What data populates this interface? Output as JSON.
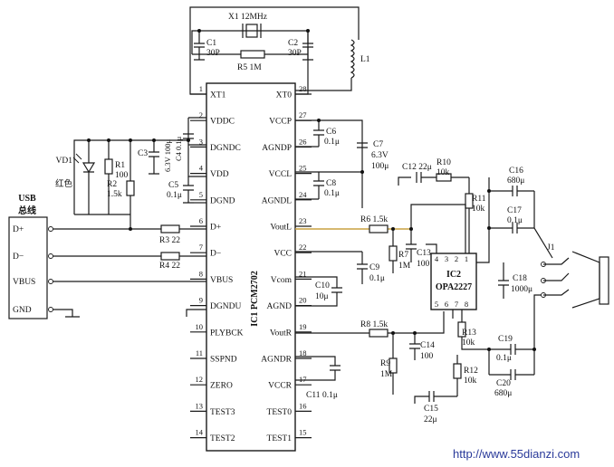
{
  "ic1": {
    "name": "IC1 PCM2702",
    "left_pins": [
      {
        "num": "1",
        "label": "XT1"
      },
      {
        "num": "2",
        "label": "VDDC"
      },
      {
        "num": "3",
        "label": "DGNDC"
      },
      {
        "num": "4",
        "label": "VDD"
      },
      {
        "num": "5",
        "label": "DGND"
      },
      {
        "num": "6",
        "label": "D+"
      },
      {
        "num": "7",
        "label": "D−"
      },
      {
        "num": "8",
        "label": "VBUS"
      },
      {
        "num": "9",
        "label": "DGNDU"
      },
      {
        "num": "10",
        "label": "PLYBCK"
      },
      {
        "num": "11",
        "label": "SSPND"
      },
      {
        "num": "12",
        "label": "ZERO"
      },
      {
        "num": "13",
        "label": "TEST3"
      },
      {
        "num": "14",
        "label": "TEST2"
      }
    ],
    "right_pins": [
      {
        "num": "28",
        "label": "XT0"
      },
      {
        "num": "27",
        "label": "VCCP"
      },
      {
        "num": "26",
        "label": "AGNDP"
      },
      {
        "num": "25",
        "label": "VCCL"
      },
      {
        "num": "24",
        "label": "AGNDL"
      },
      {
        "num": "23",
        "label": "VoutL"
      },
      {
        "num": "22",
        "label": "VCC"
      },
      {
        "num": "21",
        "label": "Vcom"
      },
      {
        "num": "20",
        "label": "AGND"
      },
      {
        "num": "19",
        "label": "VoutR"
      },
      {
        "num": "18",
        "label": "AGNDR"
      },
      {
        "num": "17",
        "label": "VCCR"
      },
      {
        "num": "16",
        "label": "TEST0"
      },
      {
        "num": "15",
        "label": "TEST1"
      }
    ]
  },
  "ic2": {
    "name_line1": "IC2",
    "name_line2": "OPA2227",
    "pin_top": [
      "4",
      "3",
      "2",
      "1"
    ],
    "pin_bottom": [
      "5",
      "6",
      "7",
      "8"
    ]
  },
  "usb": {
    "title_line1": "USB",
    "title_line2": "总线",
    "pins": [
      "D+",
      "D−",
      "VBUS",
      "GND"
    ]
  },
  "labels": {
    "x1": "X1 12MHz",
    "c1": "C1",
    "c1v": "30P",
    "c2": "C2",
    "c2v": "30P",
    "r5": "R5 1M",
    "l1": "L1",
    "vd1": "VD1",
    "vd1c": "红色",
    "r1": "R1",
    "r1v": "100",
    "r2": "R2",
    "r2v": "1.5k",
    "c3": "C3",
    "c3v": "6.3V 100μ",
    "c4": "C4 0.1μ",
    "c5": "C5",
    "c5v": "0.1μ",
    "r3": "R3 22",
    "r4": "R4 22",
    "c6": "C6",
    "c6v": "0.1μ",
    "c7": "C7",
    "c7v1": "6.3V",
    "c7v2": "100μ",
    "c8": "C8",
    "c8v": "0.1μ",
    "c9": "C9",
    "c9v": "0.1μ",
    "c10": "C10",
    "c10v": "10μ",
    "c11": "C11",
    "c11v": "0.1μ",
    "c12": "C12 22μ",
    "r10": "R10",
    "r10v": "10k",
    "r11": "R11",
    "r11v": "10k",
    "r6": "R6 1.5k",
    "r7": "R7",
    "r7v": "1M",
    "c13": "C13",
    "c13v": "100",
    "c16": "C16",
    "c16v": "680μ",
    "c17": "C17",
    "c17v": "0.1μ",
    "j1": "J1",
    "c18": "C18",
    "c18v": "1000μ",
    "r8": "R8 1.5k",
    "r9": "R9",
    "r9v": "1M",
    "c14": "C14",
    "c14v": "100",
    "r13": "R13",
    "r13v": "10k",
    "r12": "R12",
    "r12v": "10k",
    "c15": "C15",
    "c15v": "22μ",
    "c19": "C19",
    "c19v": "0.1μ",
    "c20": "C20",
    "c20v": "680μ"
  },
  "watermark": "http://www.55dianzi.com"
}
